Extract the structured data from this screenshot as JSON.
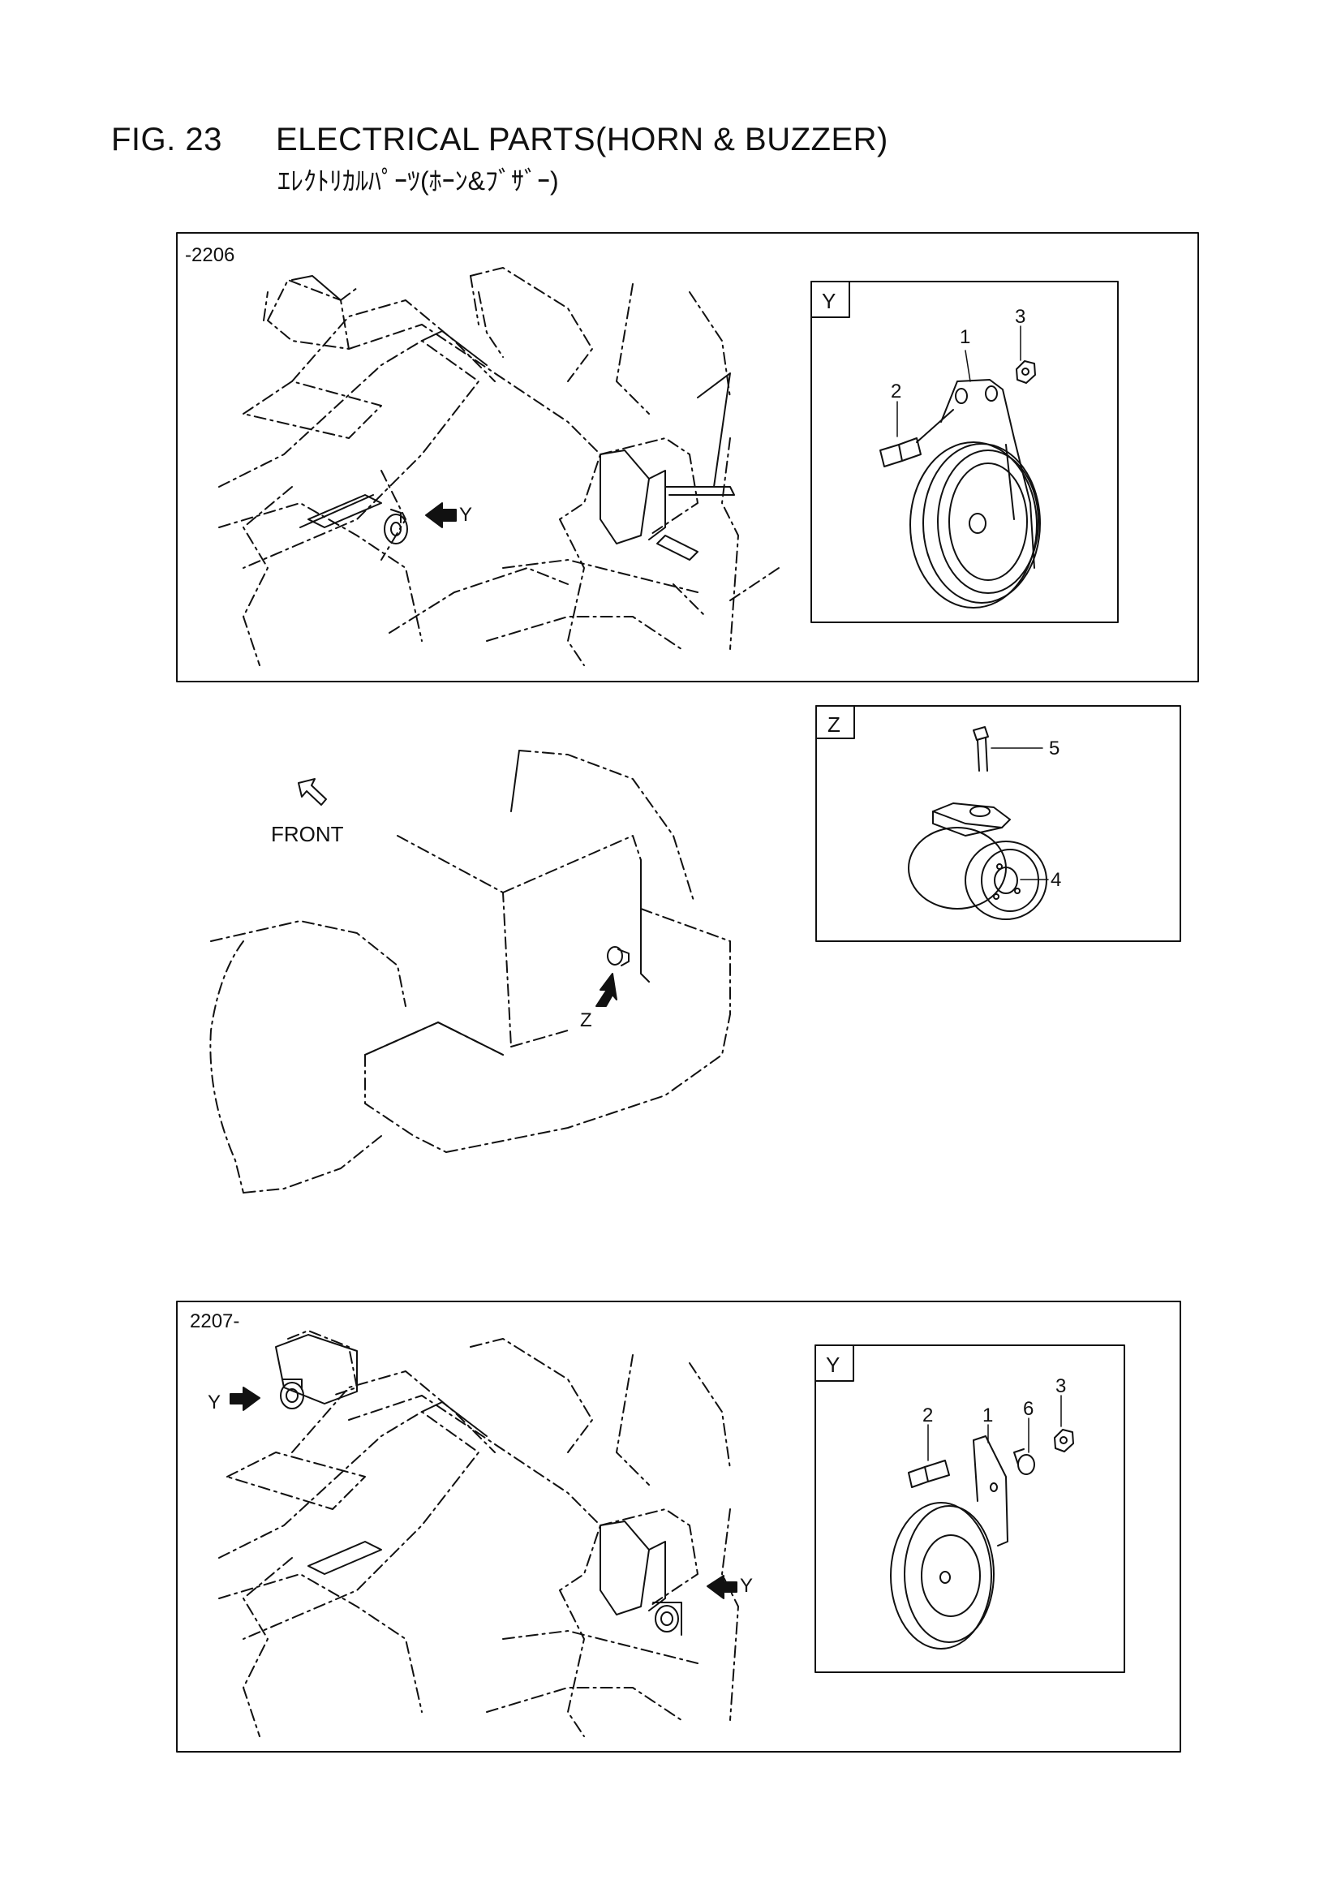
{
  "figure": {
    "number": "FIG. 23",
    "title": "ELECTRICAL PARTS(HORN & BUZZER)",
    "subtitle": "ｴﾚｸﾄﾘｶﾙﾊﾟｰﾂ(ﾎｰﾝ&ﾌﾞｻﾞｰ)"
  },
  "panels": {
    "upper": {
      "range": "-2206",
      "arrow_label": "Y",
      "detail": {
        "view": "Y",
        "callouts": [
          "1",
          "2",
          "3"
        ]
      }
    },
    "middle": {
      "front_label": "FRONT",
      "arrow_label": "Z",
      "detail": {
        "view": "Z",
        "callouts": [
          "5",
          "4"
        ]
      }
    },
    "lower": {
      "range": "2207-",
      "arrow_label_left": "Y",
      "arrow_label_right": "Y",
      "detail": {
        "view": "Y",
        "callouts": [
          "2",
          "1",
          "6",
          "3"
        ]
      }
    }
  }
}
